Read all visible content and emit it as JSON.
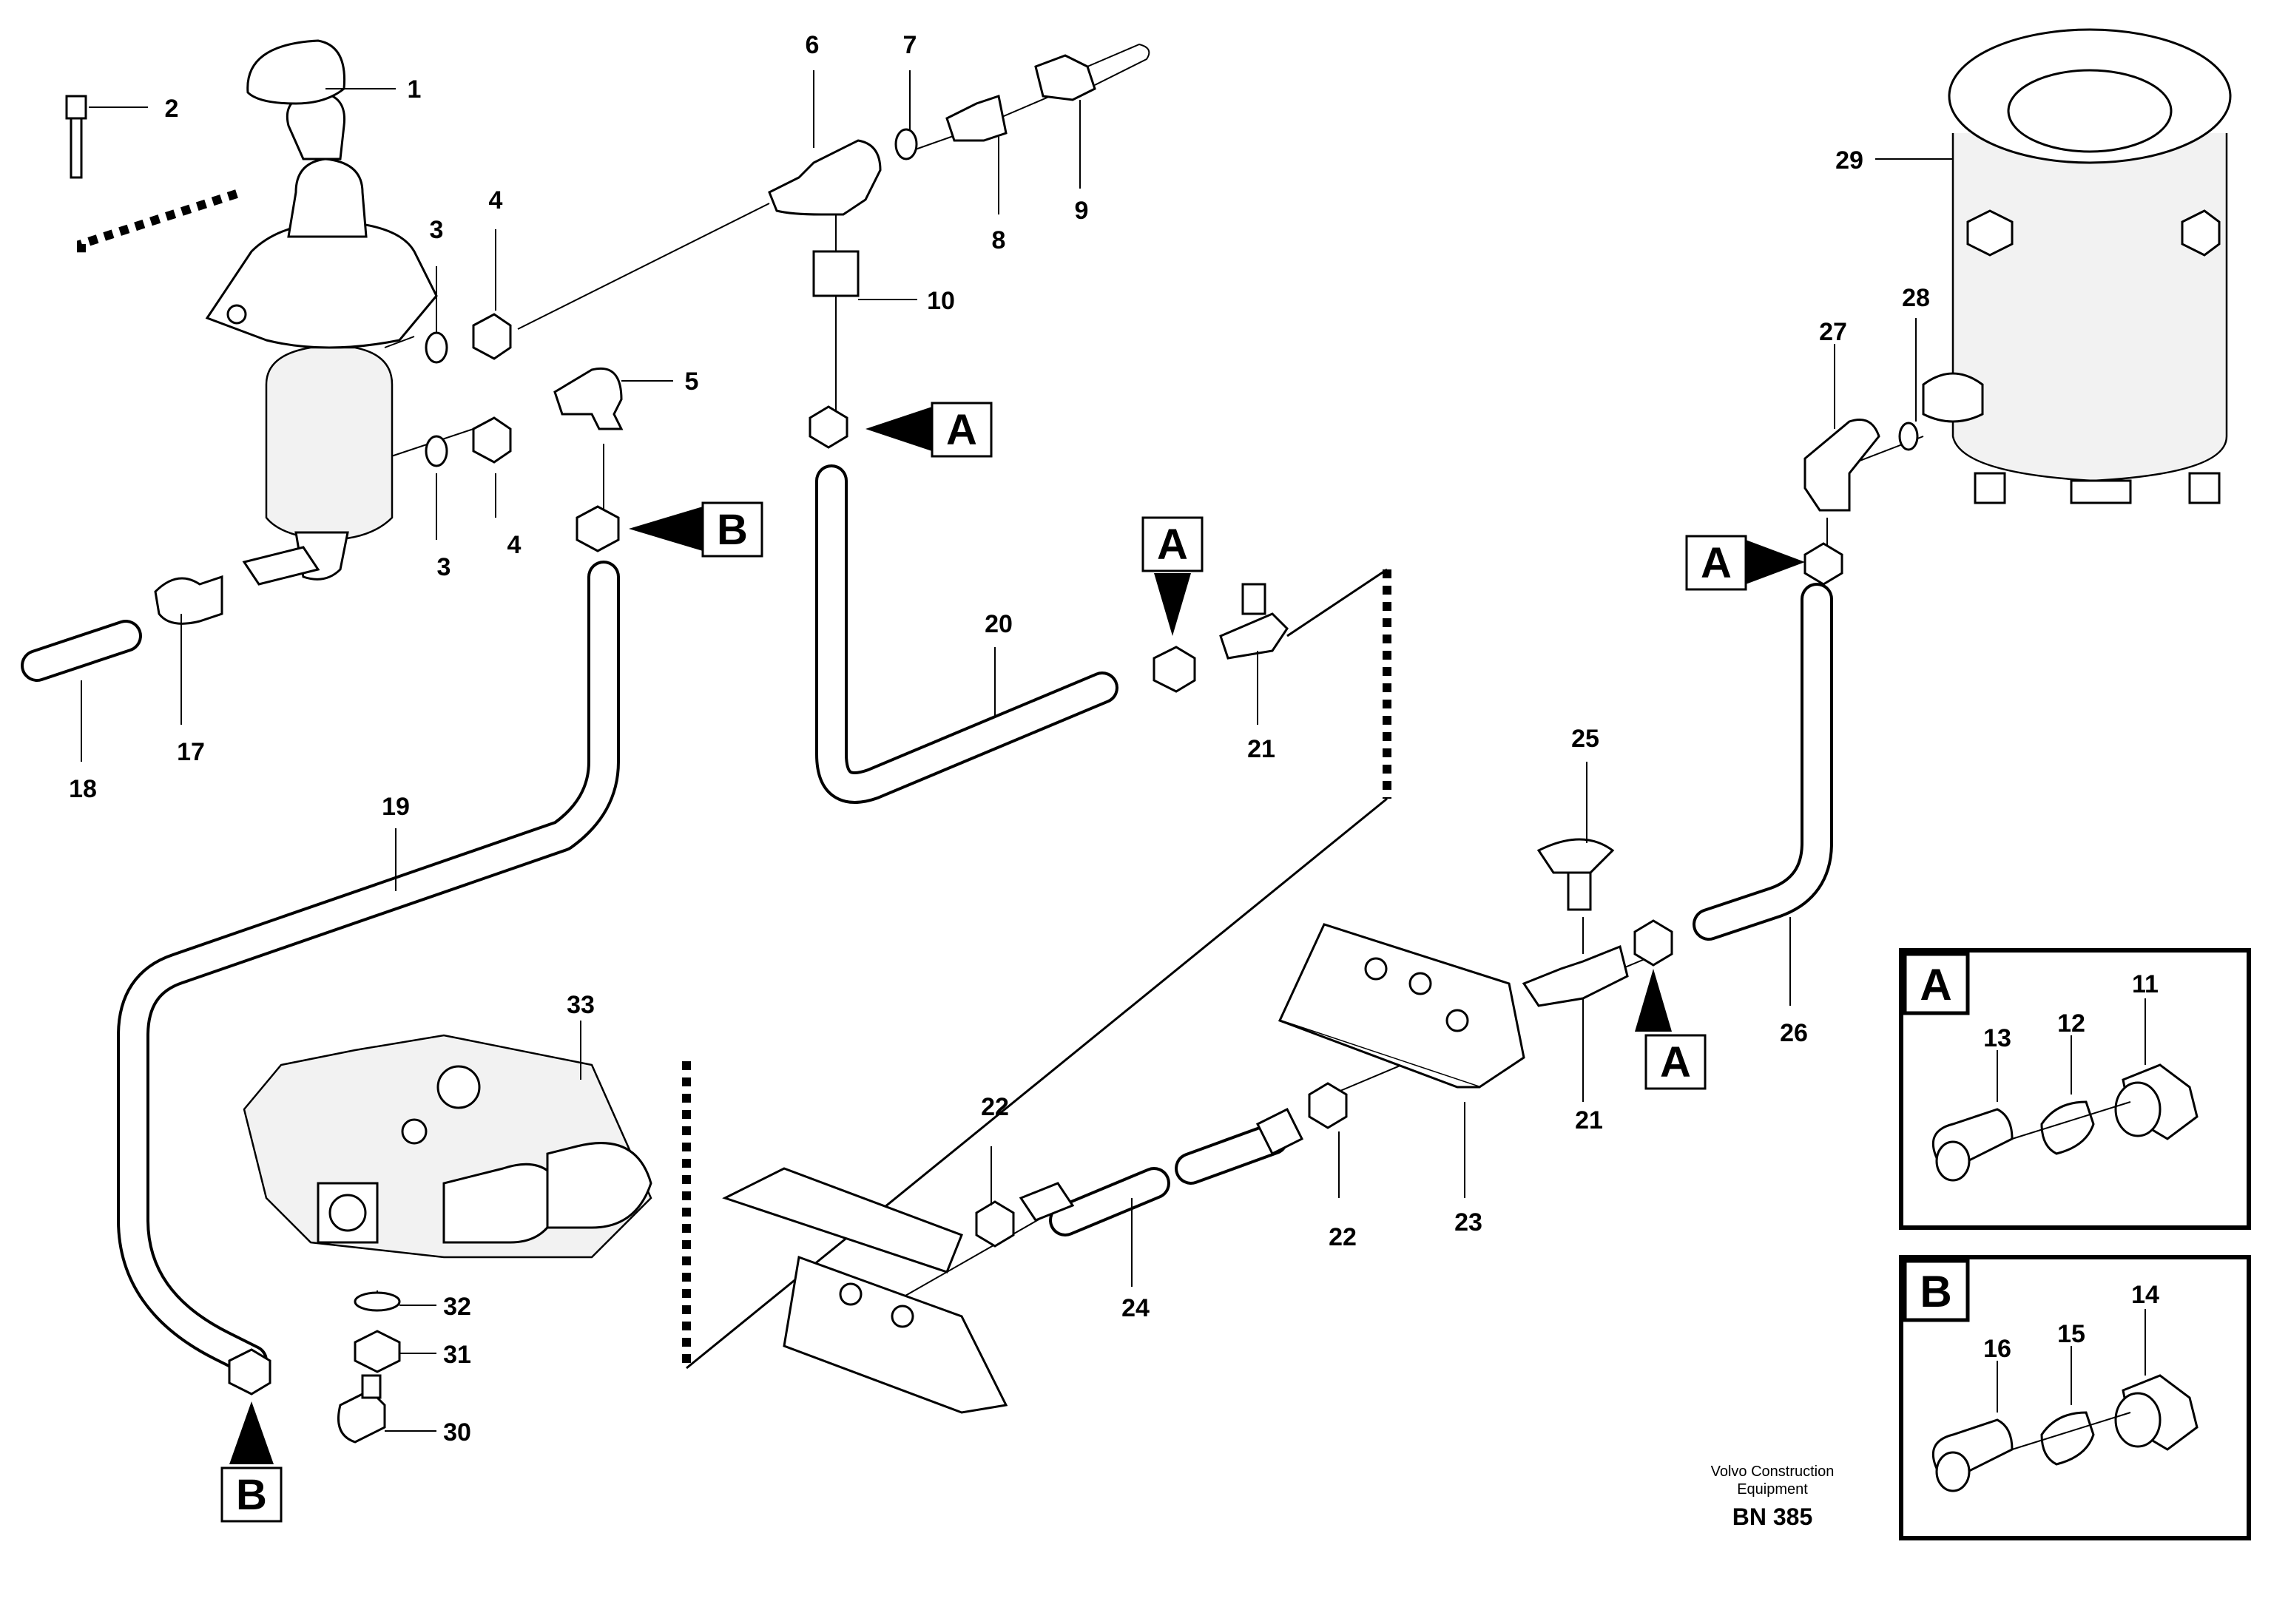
{
  "parts": [
    {
      "num": "1"
    },
    {
      "num": "2"
    },
    {
      "num": "3"
    },
    {
      "num": "3"
    },
    {
      "num": "4"
    },
    {
      "num": "4"
    },
    {
      "num": "5"
    },
    {
      "num": "6"
    },
    {
      "num": "7"
    },
    {
      "num": "8"
    },
    {
      "num": "9"
    },
    {
      "num": "10"
    },
    {
      "num": "17"
    },
    {
      "num": "18"
    },
    {
      "num": "19"
    },
    {
      "num": "20"
    },
    {
      "num": "21"
    },
    {
      "num": "21"
    },
    {
      "num": "22"
    },
    {
      "num": "22"
    },
    {
      "num": "23"
    },
    {
      "num": "24"
    },
    {
      "num": "25"
    },
    {
      "num": "26"
    },
    {
      "num": "27"
    },
    {
      "num": "28"
    },
    {
      "num": "29"
    },
    {
      "num": "30"
    },
    {
      "num": "31"
    },
    {
      "num": "32"
    },
    {
      "num": "33"
    }
  ],
  "callouts": [
    {
      "letter": "A"
    },
    {
      "letter": "A"
    },
    {
      "letter": "A"
    },
    {
      "letter": "A"
    },
    {
      "letter": "B"
    },
    {
      "letter": "B"
    }
  ],
  "insets": [
    {
      "letter": "A",
      "parts": [
        "11",
        "12",
        "13"
      ]
    },
    {
      "letter": "B",
      "parts": [
        "14",
        "15",
        "16"
      ]
    }
  ],
  "credit": {
    "line1": "Volvo Construction",
    "line2": "Equipment",
    "code": "BN 385"
  }
}
